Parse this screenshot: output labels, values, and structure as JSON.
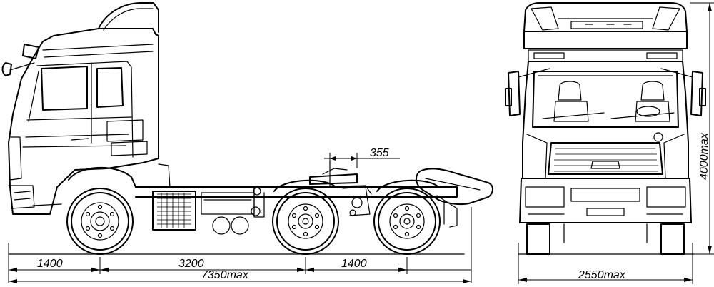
{
  "dimensions": {
    "front_overhang": "1400",
    "wheelbase_1": "3200",
    "wheelbase_2": "1400",
    "overall_length": "7350max",
    "overall_width": "2550max",
    "overall_height": "4000max",
    "fifth_wheel_offset": "355"
  }
}
